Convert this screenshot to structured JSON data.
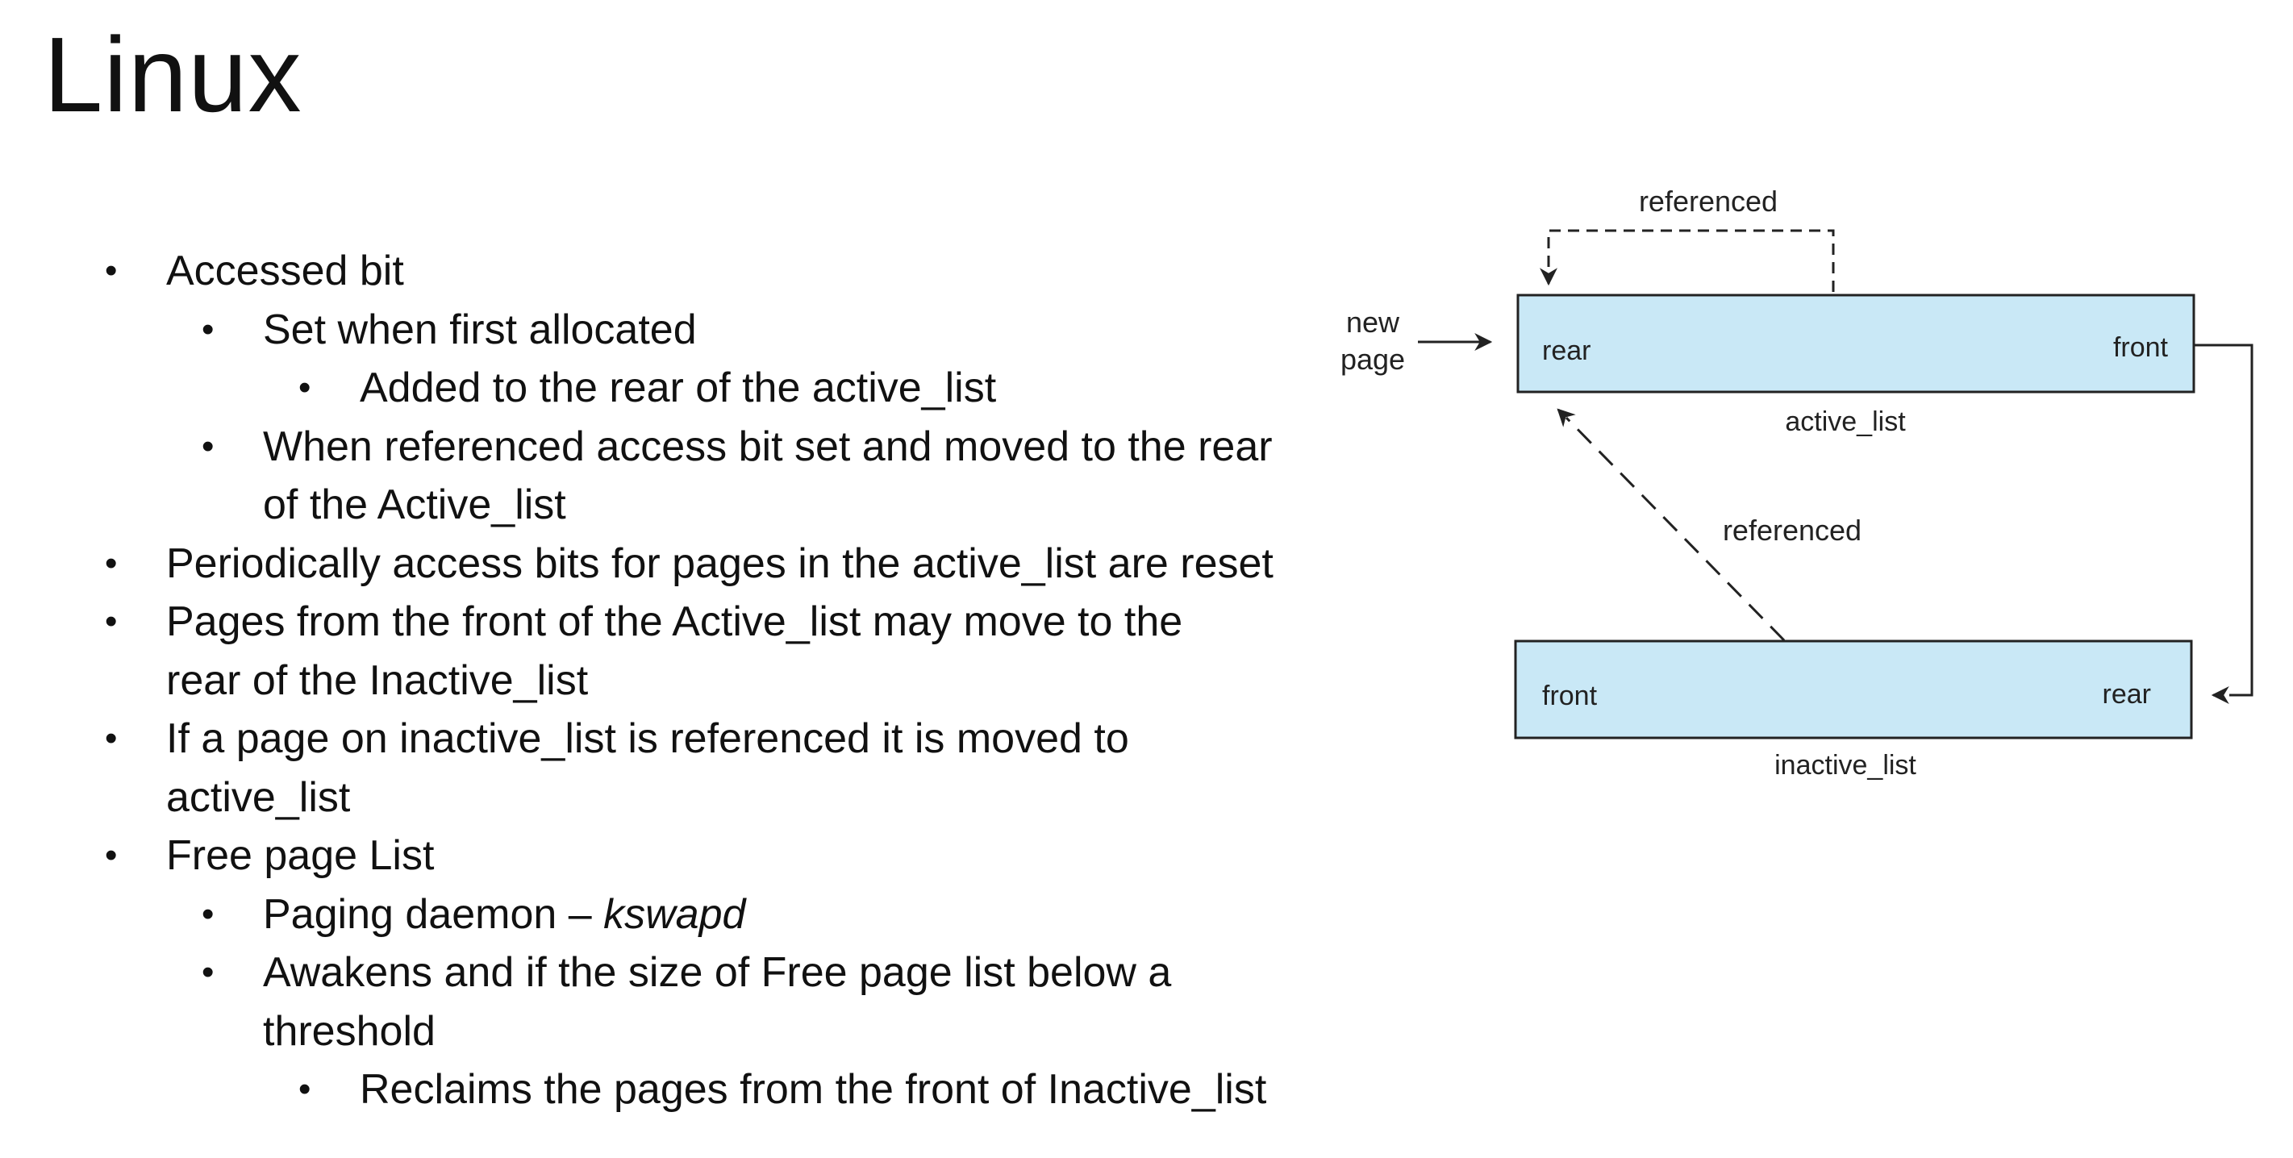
{
  "slide": {
    "title": "Linux"
  },
  "bullets": [
    {
      "level": 0,
      "text": "Accessed bit"
    },
    {
      "level": 1,
      "text": "Set when first allocated"
    },
    {
      "level": 2,
      "text": "Added to the rear of the active_list"
    },
    {
      "level": 1,
      "text": "When referenced access bit set and moved to the rear"
    },
    {
      "level": 1,
      "cont": true,
      "text": "of the Active_list"
    },
    {
      "level": 0,
      "text": "Periodically access bits for pages in the active_list are reset"
    },
    {
      "level": 0,
      "text": "Pages from the front of the Active_list may move to the"
    },
    {
      "level": 0,
      "cont": true,
      "text": "rear of the Inactive_list"
    },
    {
      "level": 0,
      "text": "If a page on inactive_list is referenced it is moved to"
    },
    {
      "level": 0,
      "cont": true,
      "text": "active_list"
    },
    {
      "level": 0,
      "text": "Free page List"
    },
    {
      "level": 1,
      "text": "Paging daemon – ",
      "italic": "kswapd"
    },
    {
      "level": 1,
      "text": "Awakens and if the size of Free page list below a"
    },
    {
      "level": 1,
      "cont": true,
      "text": "threshold"
    },
    {
      "level": 2,
      "text": "Reclaims the pages from the front of Inactive_list"
    }
  ],
  "diagram": {
    "colors": {
      "box_fill": "#c9e8f6",
      "stroke": "#222222"
    },
    "referenced_top": "referenced",
    "new_page_line1": "new",
    "new_page_line2": "page",
    "active_rear": "rear",
    "active_front": "front",
    "active_name": "active_list",
    "referenced_middle": "referenced",
    "inactive_front": "front",
    "inactive_rear": "rear",
    "inactive_name": "inactive_list"
  }
}
